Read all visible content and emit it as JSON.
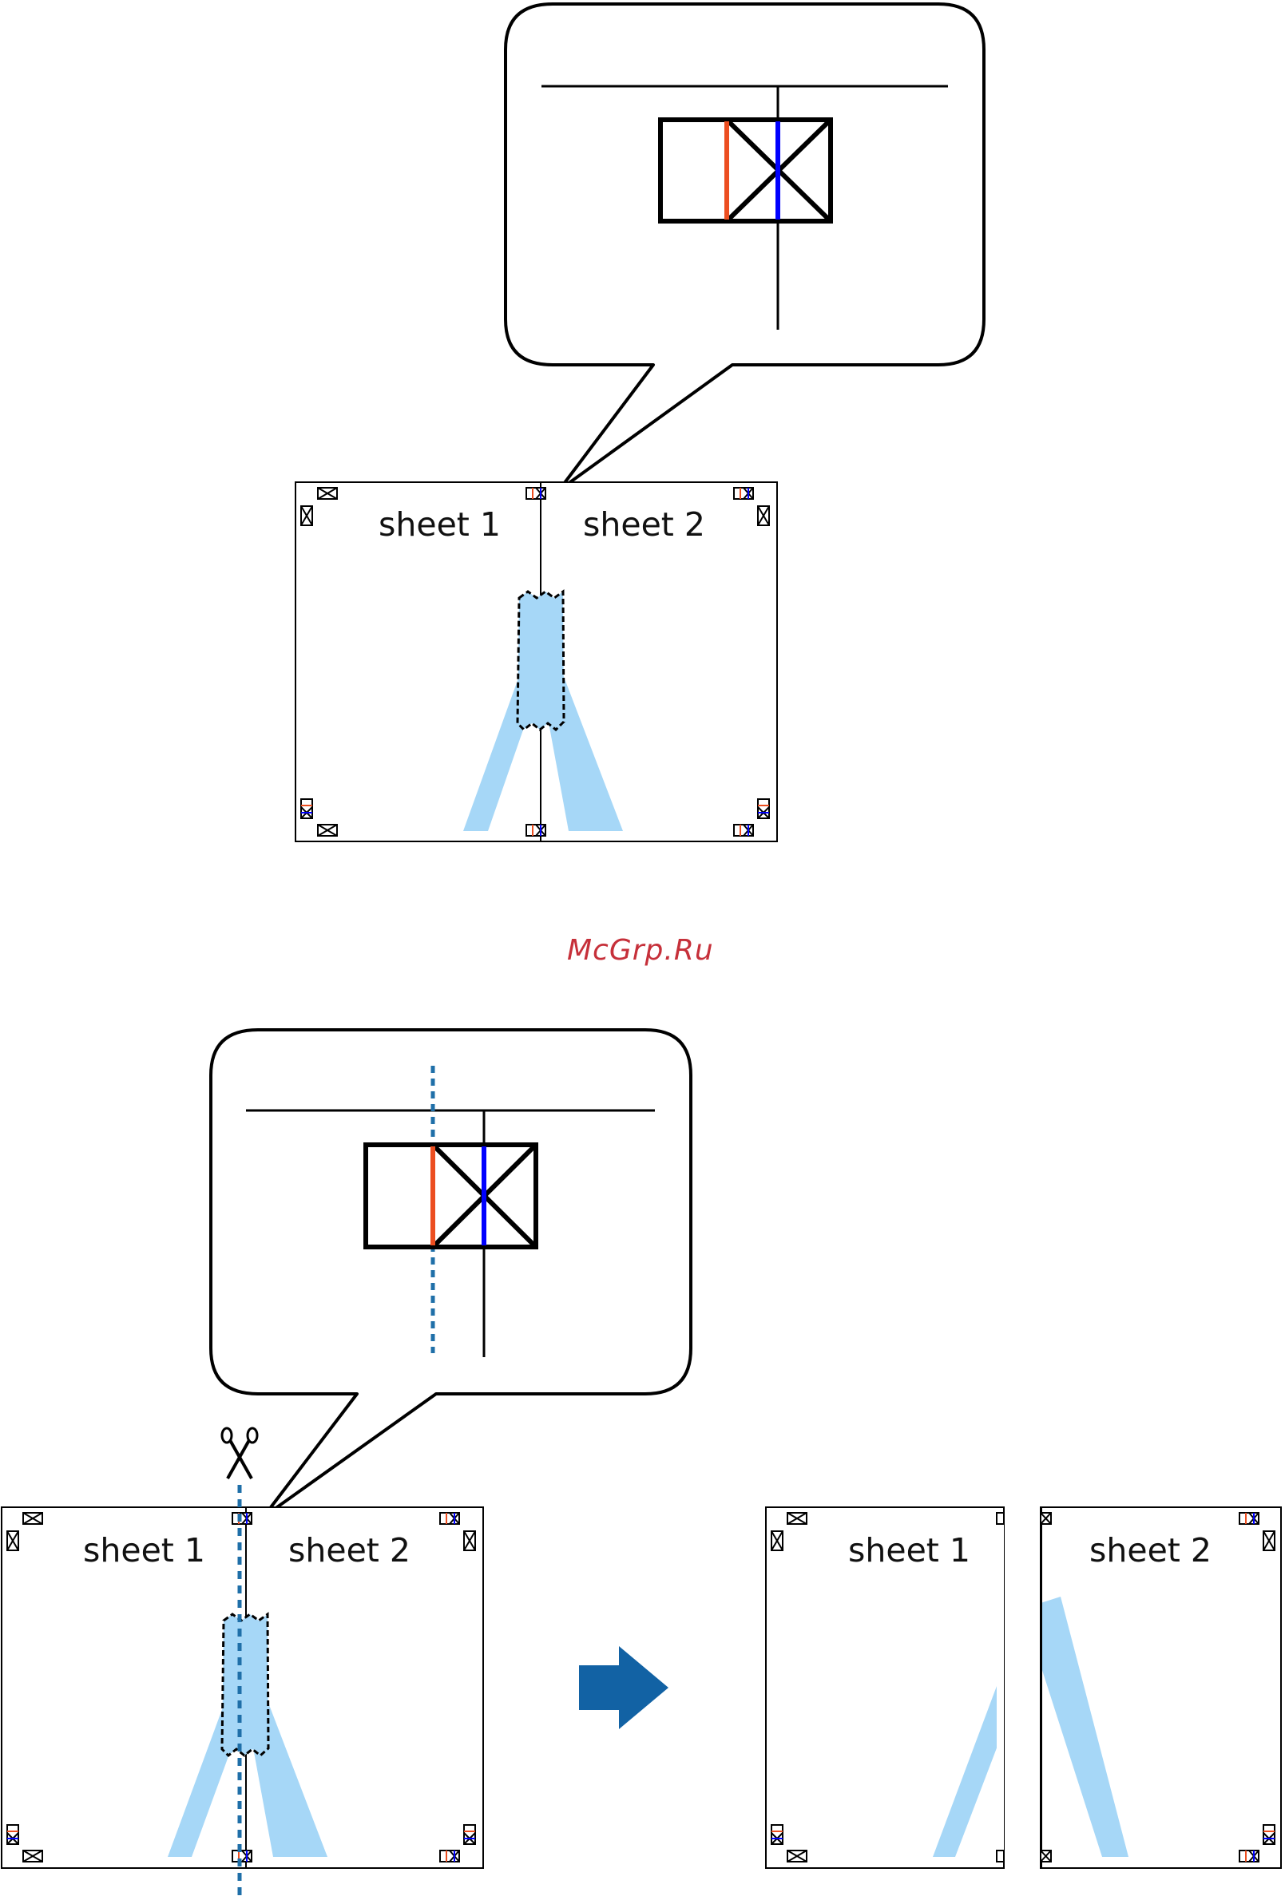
{
  "figure_top": {
    "sheet1_label": "sheet 1",
    "sheet2_label": "sheet 2"
  },
  "watermark": "McGrp.Ru",
  "figure_bottom": {
    "sheet1_label": "sheet 1",
    "sheet2_label": "sheet 2",
    "result_sheet1_label": "sheet 1",
    "result_sheet2_label": "sheet 2"
  },
  "colors": {
    "outline": "#000000",
    "red_mark": "#ec4e20",
    "blue_mark": "#0000ff",
    "light_blue_fill": "#a6d7f7",
    "cut_line": "#1f6fa8",
    "arrow": "#1262a4",
    "watermark": "#c6303a"
  },
  "icons": [
    "scissors-icon",
    "right-arrow-icon",
    "alignment-mark-icon"
  ]
}
